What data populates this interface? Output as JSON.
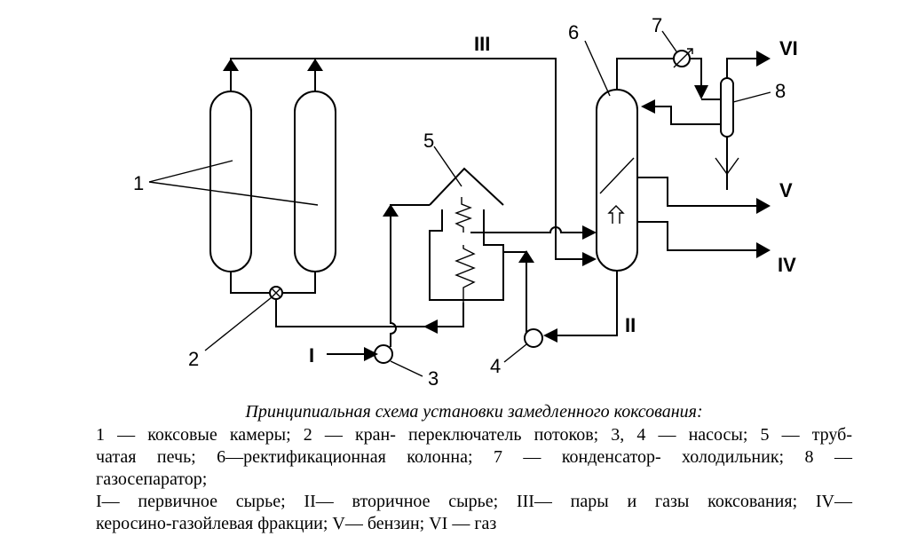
{
  "labels": {
    "n1": "1",
    "n2": "2",
    "n3": "3",
    "n4": "4",
    "n5": "5",
    "n6": "6",
    "n7": "7",
    "n8": "8"
  },
  "streams": {
    "I": "I",
    "II": "II",
    "III": "III",
    "IV": "IV",
    "V": "V",
    "VI": "VI"
  },
  "caption": {
    "title": "Принципиальная схема установки замедленного коксования:",
    "line1": "1 — коксовые камеры; 2 — кран- переключатель потоков; 3, 4 — насосы; 5 — труб-",
    "line2": "чатая печь; 6—ректификационная колонна; 7 — конденсатор- холодильник; 8 —",
    "line3": "газосепаратор;",
    "line4": "I— первичное сырье; II— вторичное сырье; III— пары и газы коксования; IV—",
    "line5": "керосино-газойлевая фракции; V— бензин; VI — газ"
  }
}
